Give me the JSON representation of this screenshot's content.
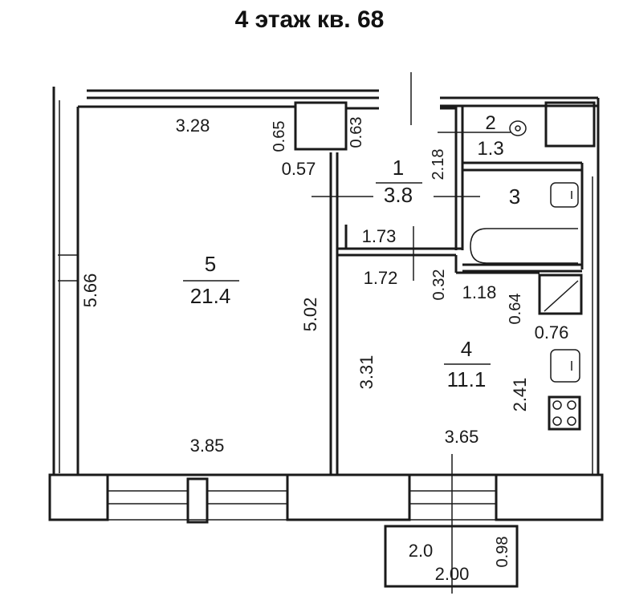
{
  "title": "4 этаж кв. 68",
  "rooms": [
    {
      "number": "1",
      "area": "3.8"
    },
    {
      "number": "2",
      "area": "1.3"
    },
    {
      "number": "3",
      "area": ""
    },
    {
      "number": "4",
      "area": "11.1"
    },
    {
      "number": "5",
      "area": "21.4"
    }
  ],
  "dimensions": {
    "room5_top": "3.28",
    "room5_left": "5.66",
    "room5_right": "5.02",
    "room5_bottom": "3.85",
    "shaft_left": "0.65",
    "shaft_right": "0.63",
    "shaft_bottom": "0.57",
    "hall_side": "2.18",
    "hall_bottom": "1.73",
    "kitchen_top": "1.72",
    "kitchen_notch_v": "0.32",
    "kitchen_notch_h": "1.18",
    "kitchen_niche_v": "0.64",
    "kitchen_niche_h": "0.76",
    "kitchen_left": "3.31",
    "kitchen_right": "2.41",
    "kitchen_bottom": "3.65",
    "balcony_area": "2.0",
    "balcony_width": "2.00",
    "balcony_depth": "0.98"
  }
}
